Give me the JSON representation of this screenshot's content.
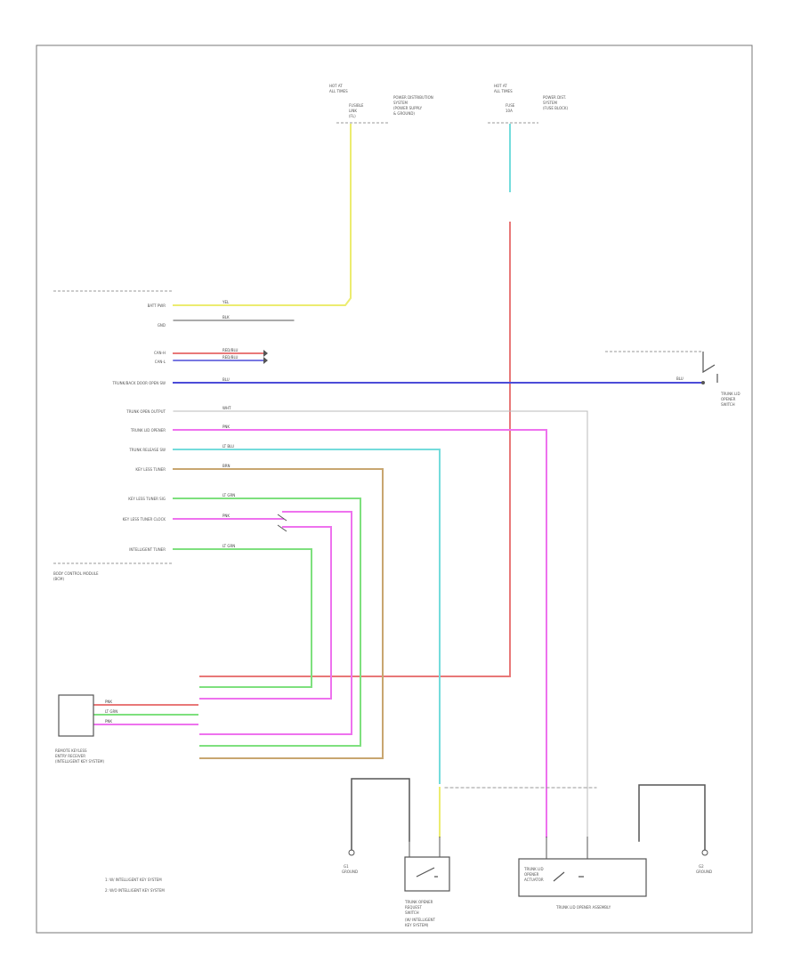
{
  "colors": {
    "yellow": "#ecec70",
    "red": "#e87878",
    "blue": "#4b4bd8",
    "green": "#7ee07e",
    "magenta": "#ee72ee",
    "cyan": "#74dcdc",
    "tan": "#c8a670",
    "gray": "#9a9a9a",
    "border": "#777777"
  },
  "diagram": {
    "page_label": "",
    "fuse_box_left": {
      "lines": [
        "HOT AT",
        "ALL TIMES"
      ],
      "fuse": [
        "FUSIBLE",
        "LINK",
        "(FL)"
      ],
      "note": [
        "POWER DISTRIBUTION",
        "SYSTEM",
        "(POWER SUPPLY",
        "& GROUND)"
      ]
    },
    "fuse_box_right": {
      "lines": [
        "HOT AT",
        "ALL TIMES"
      ],
      "fuse": [
        "FUSE",
        "10A"
      ],
      "note": [
        "POWER DIST.",
        "SYSTEM",
        "(FUSE BLOCK)"
      ]
    },
    "left_module": {
      "header": "",
      "footer": [
        "BODY CONTROL MODULE",
        "(BCM)"
      ],
      "pins": [
        {
          "name": "BATT PWR",
          "wire": "YEL"
        },
        {
          "name": "GND",
          "wire": "BLK"
        },
        {
          "name": "CAN-H",
          "wire": "RED/BLU"
        },
        {
          "name": "CAN-L",
          "wire": "RED/BLU"
        },
        {
          "name": "TRUNK/BACK DOOR OPEN SW",
          "wire": "BLU"
        },
        {
          "name": "TRUNK OPEN OUTPUT",
          "wire": "WHT"
        },
        {
          "name": "TRUNK LID OPENER",
          "wire": "PNK"
        },
        {
          "name": "TRUNK RELEASE SW",
          "wire": "LT BLU"
        },
        {
          "name": "KEY LESS TUNER",
          "wire": "BRN"
        },
        {
          "name": "KEY LESS TUNER SIG",
          "wire": "LT GRN"
        },
        {
          "name": "KEY LESS TUNER CLOCK",
          "wire": "PNK"
        },
        {
          "name": "INTELLIGENT TUNER",
          "wire": "LT GRN"
        }
      ]
    },
    "sensor_box": {
      "label": [
        "REMOTE KEYLESS",
        "ENTRY RECEIVER",
        "(INTELLIGENT KEY SYSTEM)"
      ],
      "wires": [
        "PNK",
        "LT GRN",
        "PNK"
      ]
    },
    "right_switch": {
      "label": [
        "TRUNK LID",
        "OPENER",
        "SWITCH"
      ],
      "wire": "BLU"
    },
    "bottom": {
      "left_ground": [
        "G1",
        "GROUND"
      ],
      "center_switch": [
        "TRUNK OPENER",
        "REQUEST",
        "SWITCH"
      ],
      "center_note": [
        "(W/ INTELLIGENT",
        "KEY SYSTEM)"
      ],
      "assembly": [
        "TRUNK LID OPENER ASSEMBLY"
      ],
      "assembly_inner": [
        "TRUNK LID",
        "OPENER",
        "ACTUATOR"
      ],
      "right_ground": [
        "G2",
        "GROUND"
      ]
    },
    "notes": [
      "1: W/ INTELLIGENT KEY SYSTEM",
      "2: W/O INTELLIGENT KEY SYSTEM"
    ]
  }
}
